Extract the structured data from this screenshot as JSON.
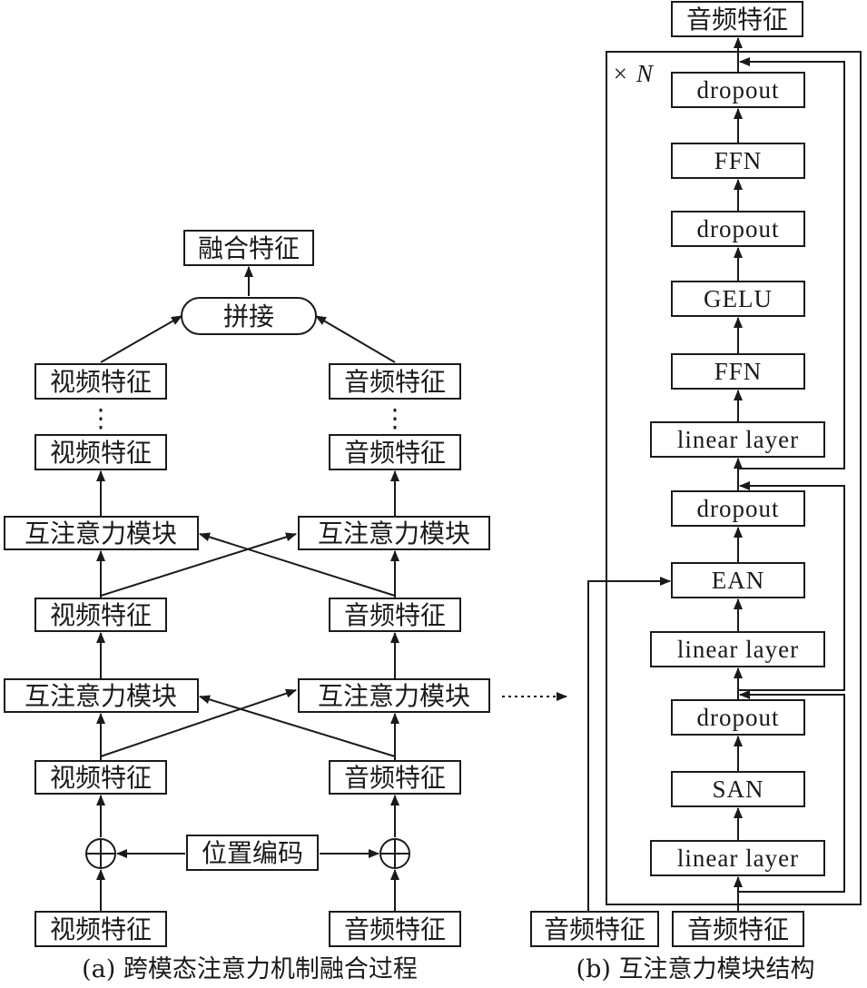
{
  "panel_a": {
    "fused_feature": "融合特征",
    "concat": "拼接",
    "video_feature": "视频特征",
    "audio_feature": "音频特征",
    "co_attention_module": "互注意力模块",
    "position_encoding": "位置编码",
    "ellipsis": "⋮",
    "add_symbol": "⊕",
    "caption": "(a) 跨模态注意力机制融合过程"
  },
  "panel_b": {
    "output": "音频特征",
    "repeat": "× N",
    "dropout": "dropout",
    "ffn": "FFN",
    "gelu": "GELU",
    "linear_layer": "linear layer",
    "ean": "EAN",
    "san": "SAN",
    "input_left": "音频特征",
    "input_right": "音频特征",
    "caption": "(b) 互注意力模块结构"
  }
}
